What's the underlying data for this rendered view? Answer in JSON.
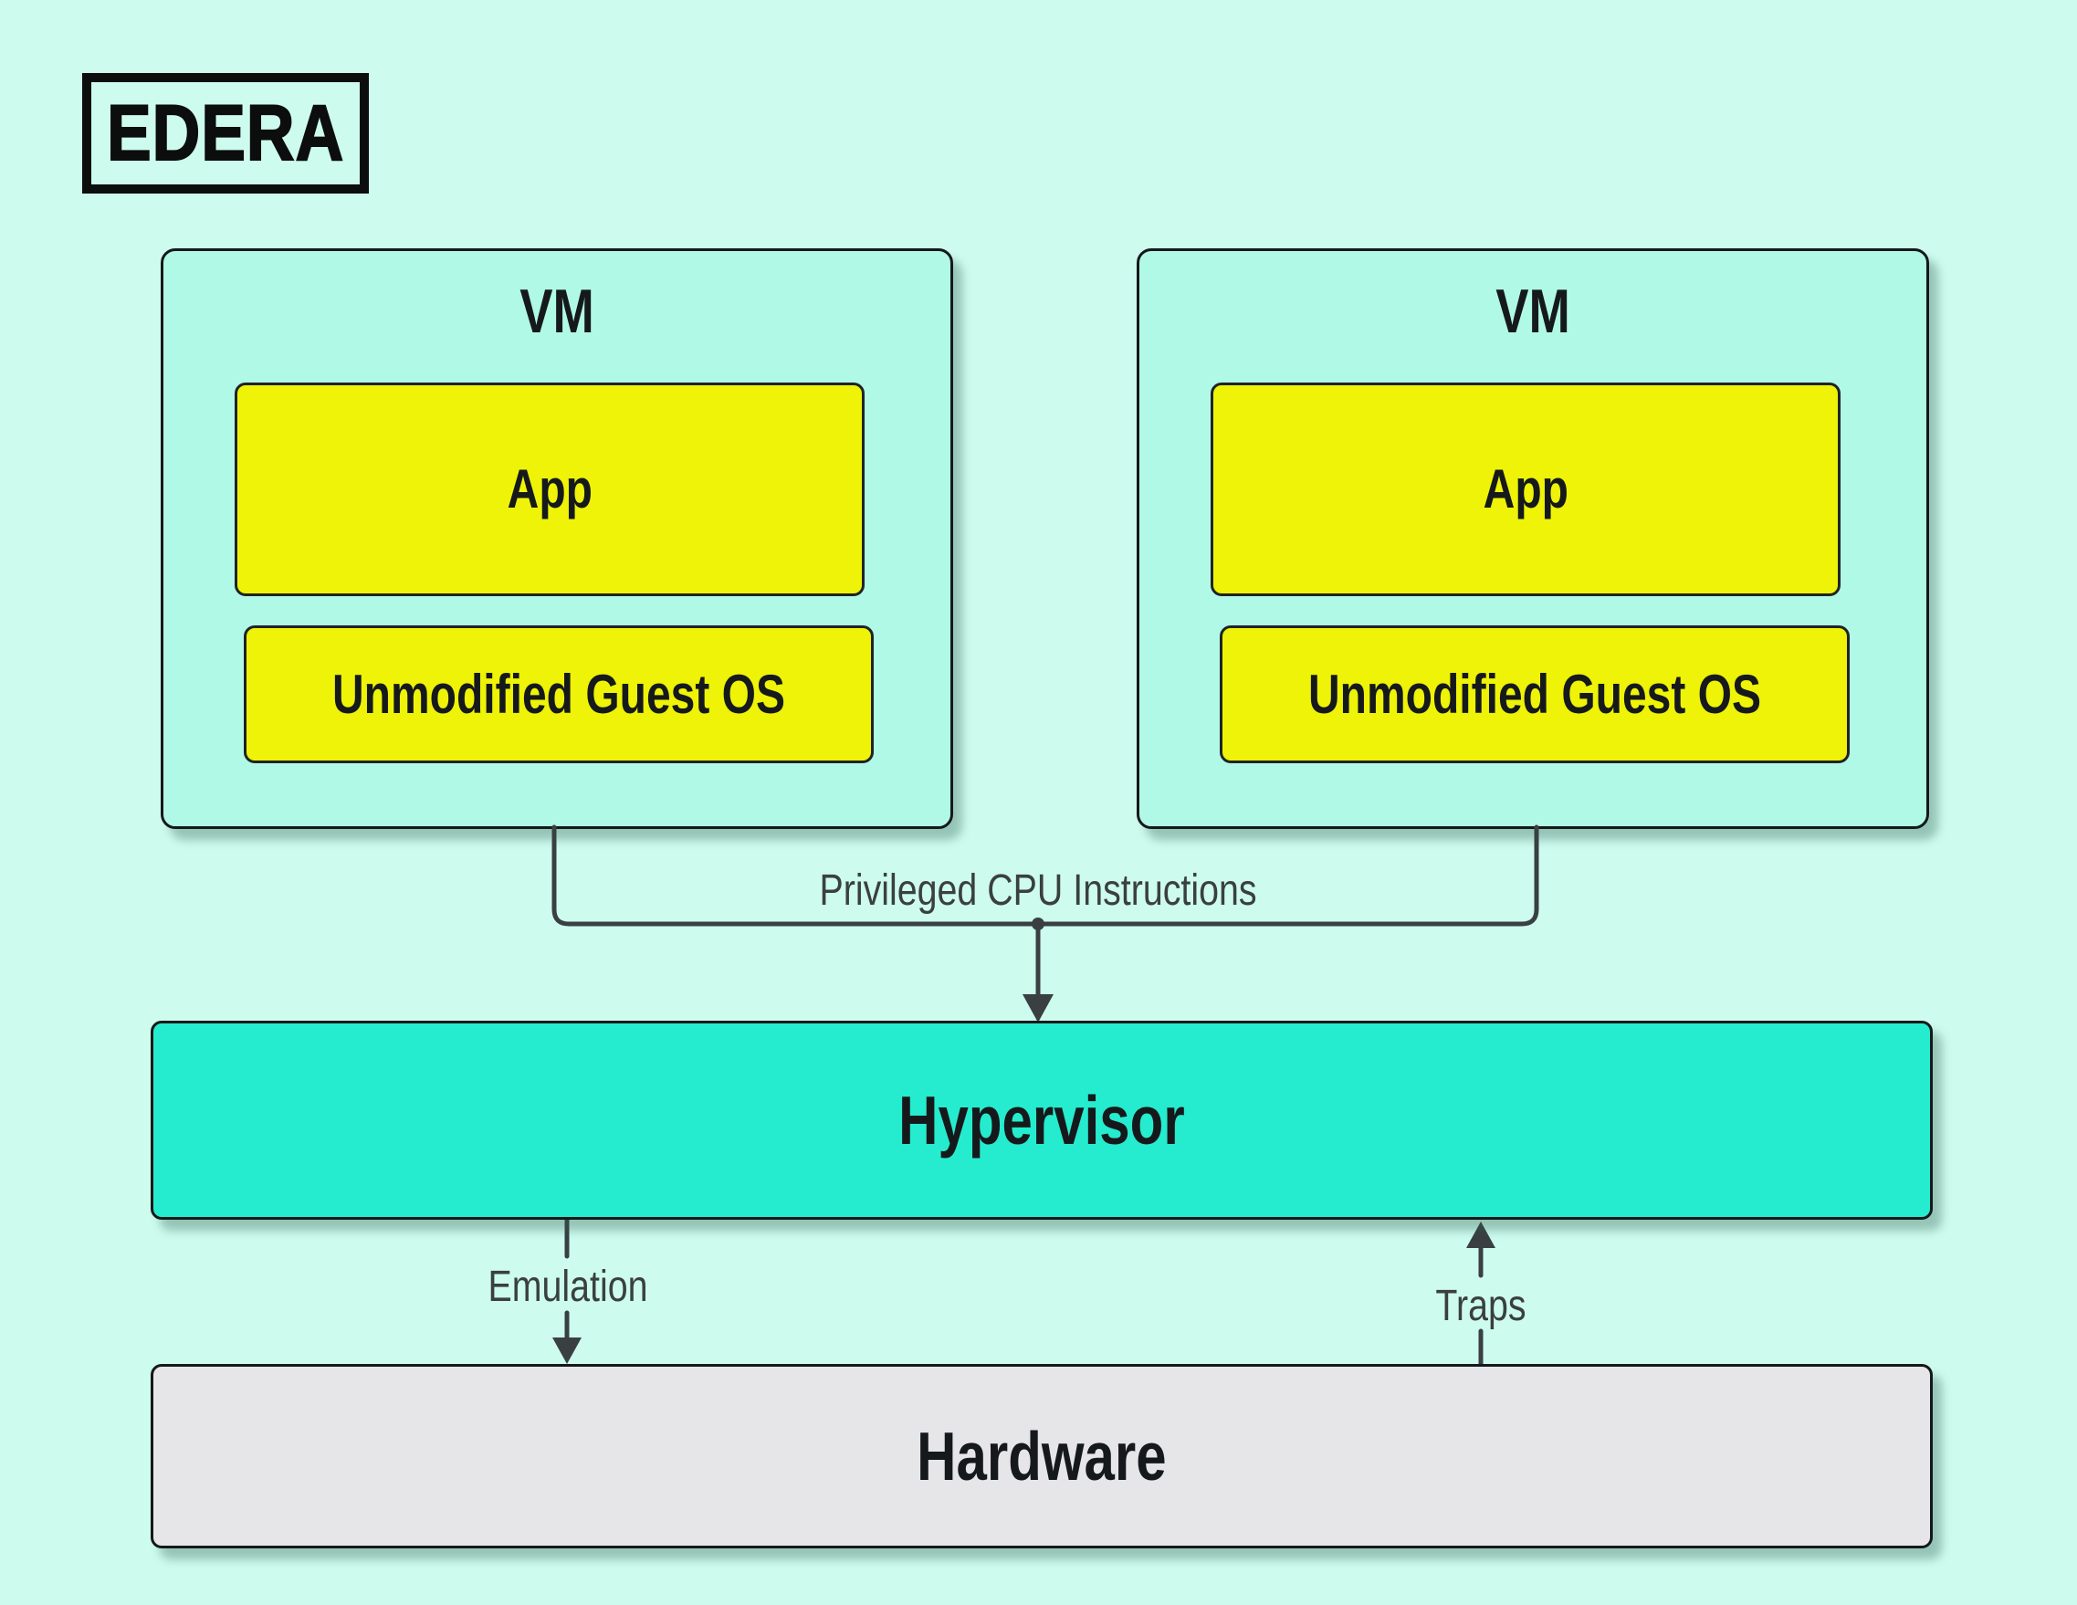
{
  "logo": {
    "text": "EDERA"
  },
  "vms": [
    {
      "title": "VM",
      "app_label": "App",
      "guest_os_label": "Unmodified Guest OS"
    },
    {
      "title": "VM",
      "app_label": "App",
      "guest_os_label": "Unmodified Guest OS"
    }
  ],
  "hypervisor": {
    "label": "Hypervisor"
  },
  "hardware": {
    "label": "Hardware"
  },
  "connectors": {
    "privileged_label": "Privileged CPU Instructions",
    "emulation_label": "Emulation",
    "traps_label": "Traps"
  },
  "colors": {
    "background": "#cdfcee",
    "vm_fill": "#b0f9e6",
    "module_fill": "#eef307",
    "hypervisor_fill": "#25ecce",
    "hardware_fill": "#e6e5e7",
    "box_border": "#15181a",
    "connector_stroke": "#3a3f41",
    "annotation_text": "#3a403e",
    "logo_ink": "#0c0d0d"
  }
}
